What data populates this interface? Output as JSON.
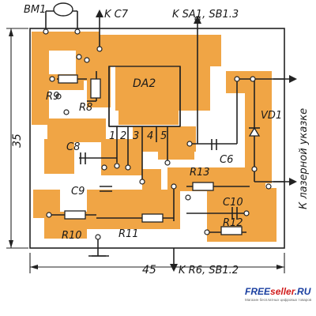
{
  "labels": {
    "bm1": "BM1",
    "k_c7": "K C7",
    "k_sa1_sb13": "K SA1, SB1.3",
    "da2": "DA2",
    "r9": "R9",
    "r8": "R8",
    "c8": "C8",
    "c6": "C6",
    "vd1": "VD1",
    "r13": "R13",
    "c9": "C9",
    "c10": "C10",
    "r12": "R12",
    "r10": "R10",
    "r11": "R11",
    "pin1": "1",
    "pin2": "2",
    "pin3": "3",
    "pin4": "4",
    "pin5": "5",
    "dim_height": "35",
    "dim_width": "45",
    "k_r6_sb12": "K R6, SB1.2",
    "laser_side": "К лазерной указке"
  },
  "watermark": {
    "name_main": "FREE",
    "name_accent": "seller",
    "name_suffix": ".RU",
    "tagline": "Магазин бесплатных цифровых товаров"
  },
  "colors": {
    "copper": "#f0a545",
    "ink": "#1a1a1a",
    "board": "#ffffff"
  }
}
